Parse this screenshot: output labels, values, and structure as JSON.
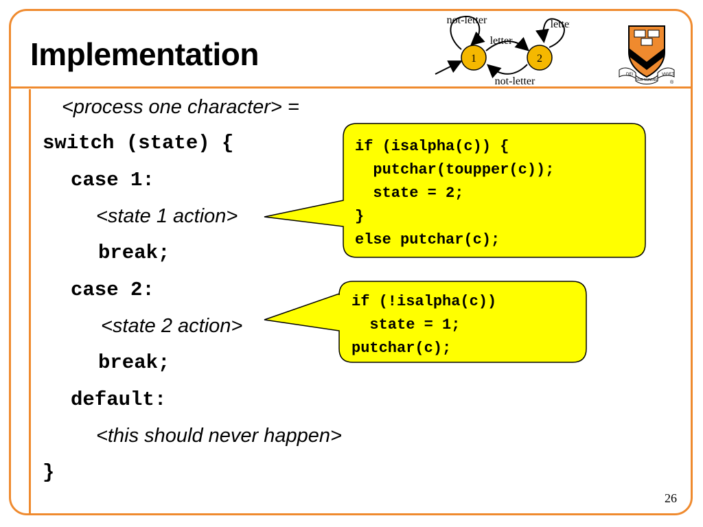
{
  "slide": {
    "title": "Implementation",
    "number": "26"
  },
  "code_lines": [
    "<process one character> =",
    "switch (state) {",
    "case 1:",
    "<state 1 action>",
    "break;",
    "case 2:",
    "<state 2 action>",
    "break;",
    "default:",
    "<this should never happen>",
    "}"
  ],
  "callout_state1": {
    "lines": [
      "if (isalpha(c)) {",
      "  putchar(toupper(c));",
      "  state = 2;",
      "}",
      "else putchar(c);"
    ],
    "fill": "#ffff00"
  },
  "callout_state2": {
    "lines": [
      "if (!isalpha(c))",
      "  state = 1;",
      "putchar(c);"
    ],
    "fill": "#ffff00"
  },
  "diagram": {
    "state_1": "1",
    "state_2": "2",
    "label_loop_1": "not-letter",
    "label_loop_2": "letter",
    "label_1_to_2": "letter",
    "label_2_to_1": "not-letter",
    "node_fill": "#f5b800"
  },
  "logo": {
    "name": "princeton-shield-logo",
    "motto_left": "DEI",
    "motto_center": "SUB NUMINE",
    "motto_right": "VIGET",
    "mark": "®"
  },
  "colors": {
    "accent": "#ef8a2e"
  }
}
